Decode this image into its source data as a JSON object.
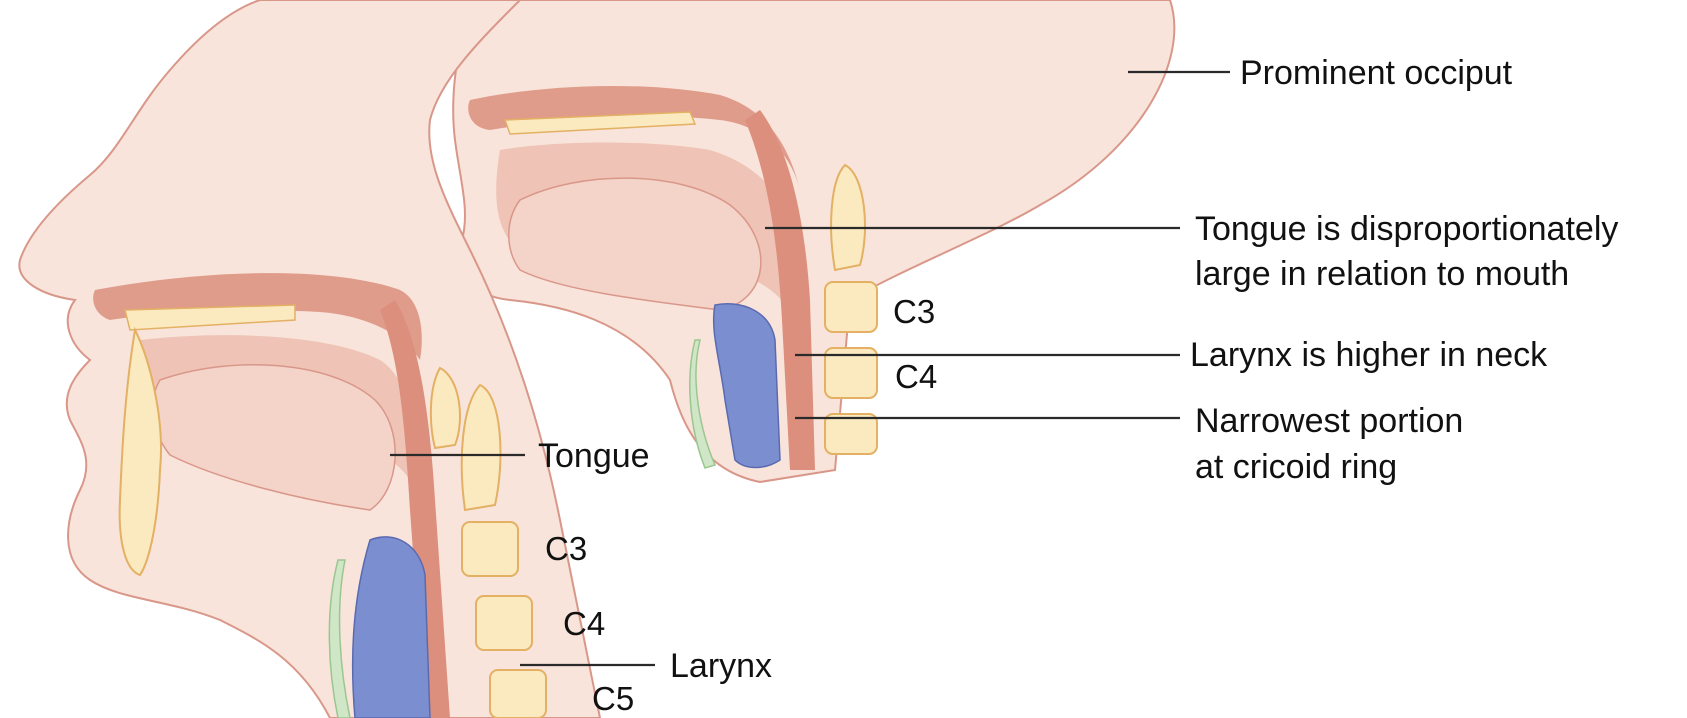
{
  "labels": {
    "prominent_occiput": "Prominent occiput",
    "tongue_large_line1": "Tongue is disproportionately",
    "tongue_large_line2": "large in relation to mouth",
    "larynx_higher": "Larynx is higher in neck",
    "narrowest_line1": "Narrowest portion",
    "narrowest_line2": "at cricoid ring",
    "tongue": "Tongue",
    "larynx": "Larynx"
  },
  "vertebrae": {
    "infant": [
      "C3",
      "C4"
    ],
    "adult": [
      "C3",
      "C4",
      "C5"
    ]
  },
  "colors": {
    "skin": "#f8e4da",
    "skin_edge": "#d9978a",
    "airway": "#dc8f7d",
    "airway_dark": "#c86f5f",
    "bone": "#fbeac0",
    "bone_edge": "#e3b064",
    "larynx_blue": "#7b8ecf",
    "cartilage_green": "#cfe6c7",
    "leader_line": "#2a2a2a"
  }
}
